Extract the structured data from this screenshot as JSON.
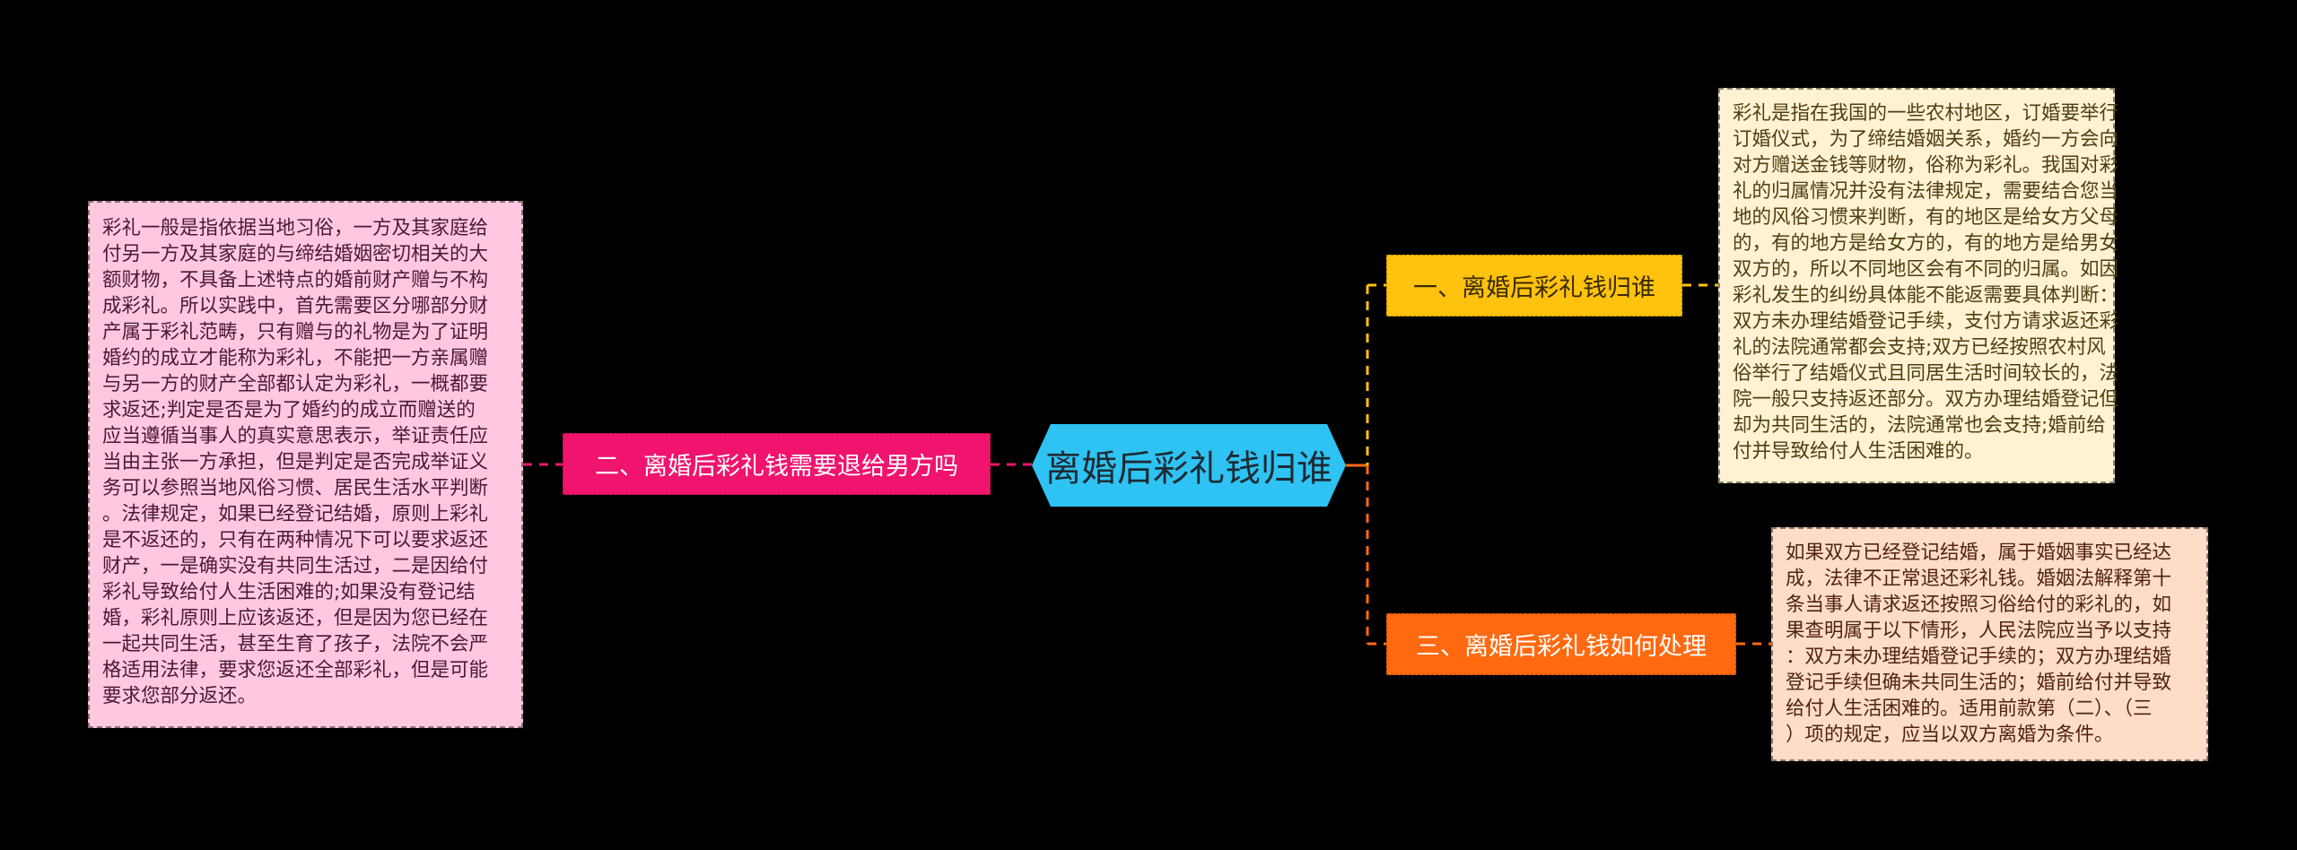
{
  "central": {
    "label": "离婚后彩礼钱归谁"
  },
  "branches": {
    "left": {
      "label": "二、离婚后彩礼钱需要退给男方吗"
    },
    "top": {
      "label": "一、离婚后彩礼钱归谁"
    },
    "bottom": {
      "label": "三、离婚后彩礼钱如何处理"
    }
  },
  "texts": {
    "left": [
      "彩礼一般是指依据当地习俗，一方及其家庭给",
      "付另一方及其家庭的与缔结婚姻密切相关的大",
      "额财物，不具备上述特点的婚前财产赠与不构",
      "成彩礼。所以实践中，首先需要区分哪部分财",
      "产属于彩礼范畴，只有赠与的礼物是为了证明",
      "婚约的成立才能称为彩礼，不能把一方亲属赠",
      "与另一方的财产全部都认定为彩礼，一概都要",
      "求返还;判定是否是为了婚约的成立而赠送的",
      "应当遵循当事人的真实意思表示，举证责任应",
      "当由主张一方承担，但是判定是否完成举证义",
      "务可以参照当地风俗习惯、居民生活水平判断",
      "。法律规定，如果已经登记结婚，原则上彩礼",
      "是不返还的，只有在两种情况下可以要求返还",
      "财产，一是确实没有共同生活过，二是因给付",
      "彩礼导致给付人生活困难的;如果没有登记结",
      "婚，彩礼原则上应该返还，但是因为您已经在",
      "一起共同生活，甚至生育了孩子，法院不会严",
      "格适用法律，要求您返还全部彩礼，但是可能",
      "要求您部分返还。"
    ],
    "top": [
      "彩礼是指在我国的一些农村地区，订婚要举行",
      "订婚仪式，为了缔结婚姻关系，婚约一方会向",
      "对方赠送金钱等财物，俗称为彩礼。我国对彩",
      "礼的归属情况并没有法律规定，需要结合您当",
      "地的风俗习惯来判断，有的地区是给女方父母",
      "的，有的地方是给女方的，有的地方是给男女",
      "双方的，所以不同地区会有不同的归属。如因",
      "彩礼发生的纠纷具体能不能返需要具体判断：",
      "双方未办理结婚登记手续，支付方请求返还彩",
      "礼的法院通常都会支持;双方已经按照农村风",
      "俗举行了结婚仪式且同居生活时间较长的，法",
      "院一般只支持返还部分。双方办理结婚登记但",
      "却为共同生活的，法院通常也会支持;婚前给",
      "付并导致给付人生活困难的。"
    ],
    "bottom": [
      "如果双方已经登记结婚，属于婚姻事实已经达",
      "成，法律不正常退还彩礼钱。婚姻法解释第十",
      "条当事人请求返还按照习俗给付的彩礼的，如",
      "果查明属于以下情形，人民法院应当予以支持",
      "：双方未办理结婚登记手续的；双方办理结婚",
      "登记手续但确未共同生活的；婚前给付并导致",
      "给付人生活困难的。适用前款第（二）、（三",
      "）项的规定，应当以双方离婚为条件。"
    ]
  },
  "colors": {
    "central": "#2EC3F2",
    "left": "#F0146E",
    "top": "#FFC20E",
    "bottom": "#FF6A10"
  }
}
